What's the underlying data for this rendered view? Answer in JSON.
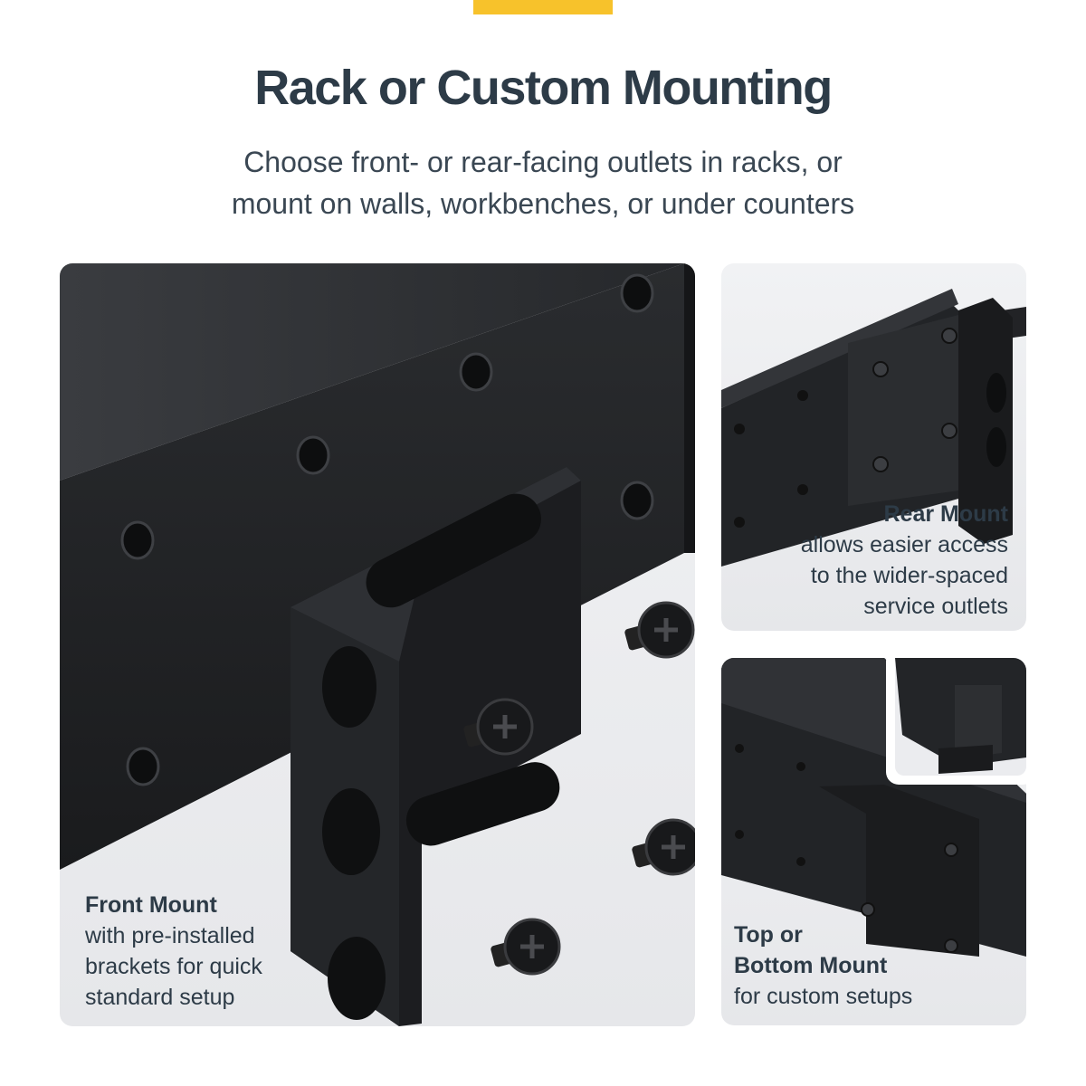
{
  "header": {
    "title": "Rack or Custom Mounting",
    "subtitle_lines": [
      "Choose front- or rear-facing outlets in racks, or",
      "mount on walls, workbenches, or under counters"
    ]
  },
  "panels": {
    "front": {
      "title": "Front Mount",
      "lines": [
        "with pre-installed",
        "brackets for quick",
        "standard setup"
      ]
    },
    "rear": {
      "title": "Rear Mount",
      "lines": [
        "allows easier access",
        "to the wider-spaced",
        "service outlets"
      ]
    },
    "top_bottom": {
      "title_lines": [
        "Top or",
        "Bottom Mount"
      ],
      "lines": [
        "for custom setups"
      ]
    }
  },
  "colors": {
    "accent": "#f7c22b",
    "text": "#2d3b47",
    "panel_bg": "#ebecef",
    "metal": "#1e2022"
  }
}
